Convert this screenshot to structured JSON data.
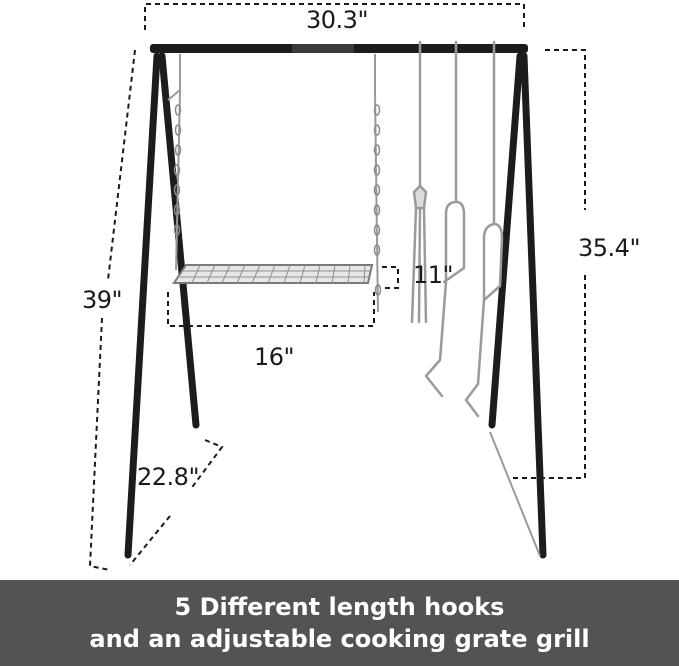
{
  "dimensions": {
    "width": "30.3\"",
    "height_right": "35.4\"",
    "height_left": "39\"",
    "chain": "11\"",
    "grate": "16\"",
    "depth": "22.8\""
  },
  "banner": {
    "line1": "5 Different length hooks",
    "line2": "and an adjustable cooking grate grill"
  },
  "colors": {
    "frame": "#1c1c1c",
    "steel": "#9a9a9a",
    "banner_bg": "#535353",
    "banner_text": "#ffffff"
  }
}
